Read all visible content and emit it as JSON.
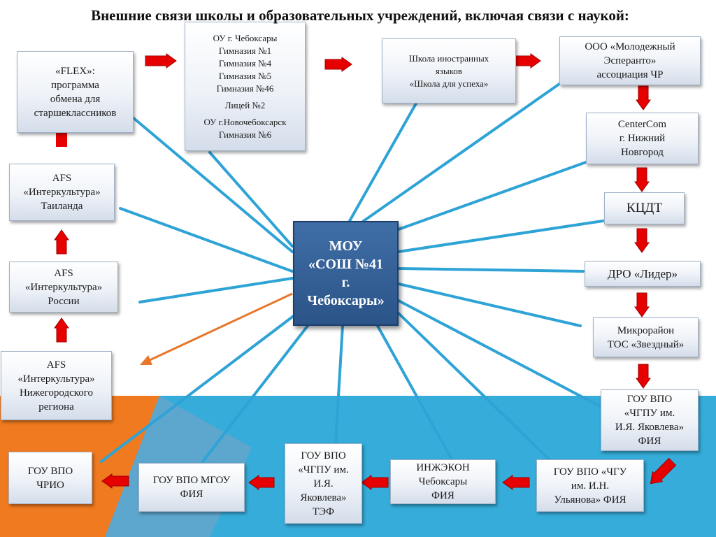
{
  "title": "Внешние связи школы и образовательных учреждений, включая связи с наукой:",
  "center": {
    "lines": [
      "МОУ",
      "«СОШ №41",
      "г.",
      "Чебоксары»"
    ]
  },
  "colors": {
    "box_border": "#9fb1c8",
    "center_fill": "#2f5b92",
    "connector": "#2ea3d6",
    "arrow": "#e60000",
    "orange_arrow": "#e8762c",
    "bg_teal": "#35acd9",
    "bg_orange": "#f07a1f"
  },
  "nodes": [
    {
      "id": "flex",
      "lines": [
        "«FLEX»:",
        "программа",
        "обмена для",
        "старшеклассников"
      ]
    },
    {
      "id": "ou-cheboksary",
      "lines": [
        "ОУ г. Чебоксары",
        "Гимназия №1",
        "Гимназия №4",
        "Гимназия №5",
        "Гимназия №46",
        "",
        "Лицей №2",
        "",
        "ОУ г.Новочебоксарск",
        "Гимназия №6"
      ]
    },
    {
      "id": "foreign-lang-school",
      "lines": [
        "Школа иностранных",
        "языков",
        "«Школа для успеха»"
      ]
    },
    {
      "id": "esperanto",
      "lines": [
        "ООО «Молодежный",
        "Эсперанто»",
        "ассоциация ЧР"
      ]
    },
    {
      "id": "centercom",
      "lines": [
        "CenterCom",
        "г. Нижний",
        "Новгород"
      ]
    },
    {
      "id": "kcdt",
      "lines": [
        "КЦДТ"
      ]
    },
    {
      "id": "dro-lider",
      "lines": [
        "ДРО «Лидер»"
      ]
    },
    {
      "id": "mikrorayon",
      "lines": [
        "Микрорайон",
        "ТОС «Звездный»"
      ]
    },
    {
      "id": "chgpu-fiya",
      "lines": [
        "ГОУ ВПО",
        "«ЧГПУ им.",
        "И.Я. Яковлева»",
        "ФИЯ"
      ]
    },
    {
      "id": "chgu-fiya",
      "lines": [
        "ГОУ ВПО «ЧГУ",
        "им. И.Н.",
        "Ульянова» ФИЯ"
      ]
    },
    {
      "id": "inzhekon",
      "lines": [
        "ИНЖЭКОН",
        "Чебоксары",
        "ФИЯ"
      ]
    },
    {
      "id": "chgpu-tef",
      "lines": [
        "ГОУ ВПО",
        "«ЧГПУ им.",
        "И.Я.",
        "Яковлева»",
        "ТЭФ"
      ]
    },
    {
      "id": "mgou-fiya",
      "lines": [
        "ГОУ ВПО МГОУ",
        "ФИЯ"
      ]
    },
    {
      "id": "chrio",
      "lines": [
        "ГОУ ВПО",
        "ЧРИО"
      ]
    },
    {
      "id": "afs-nizhny",
      "lines": [
        "AFS",
        "«Интеркультура»",
        "Нижегородского",
        "региона"
      ]
    },
    {
      "id": "afs-russia",
      "lines": [
        "AFS",
        "«Интеркультура»",
        "России"
      ]
    },
    {
      "id": "afs-thailand",
      "lines": [
        "AFS",
        "«Интеркультура»",
        "Таиланда"
      ]
    }
  ]
}
